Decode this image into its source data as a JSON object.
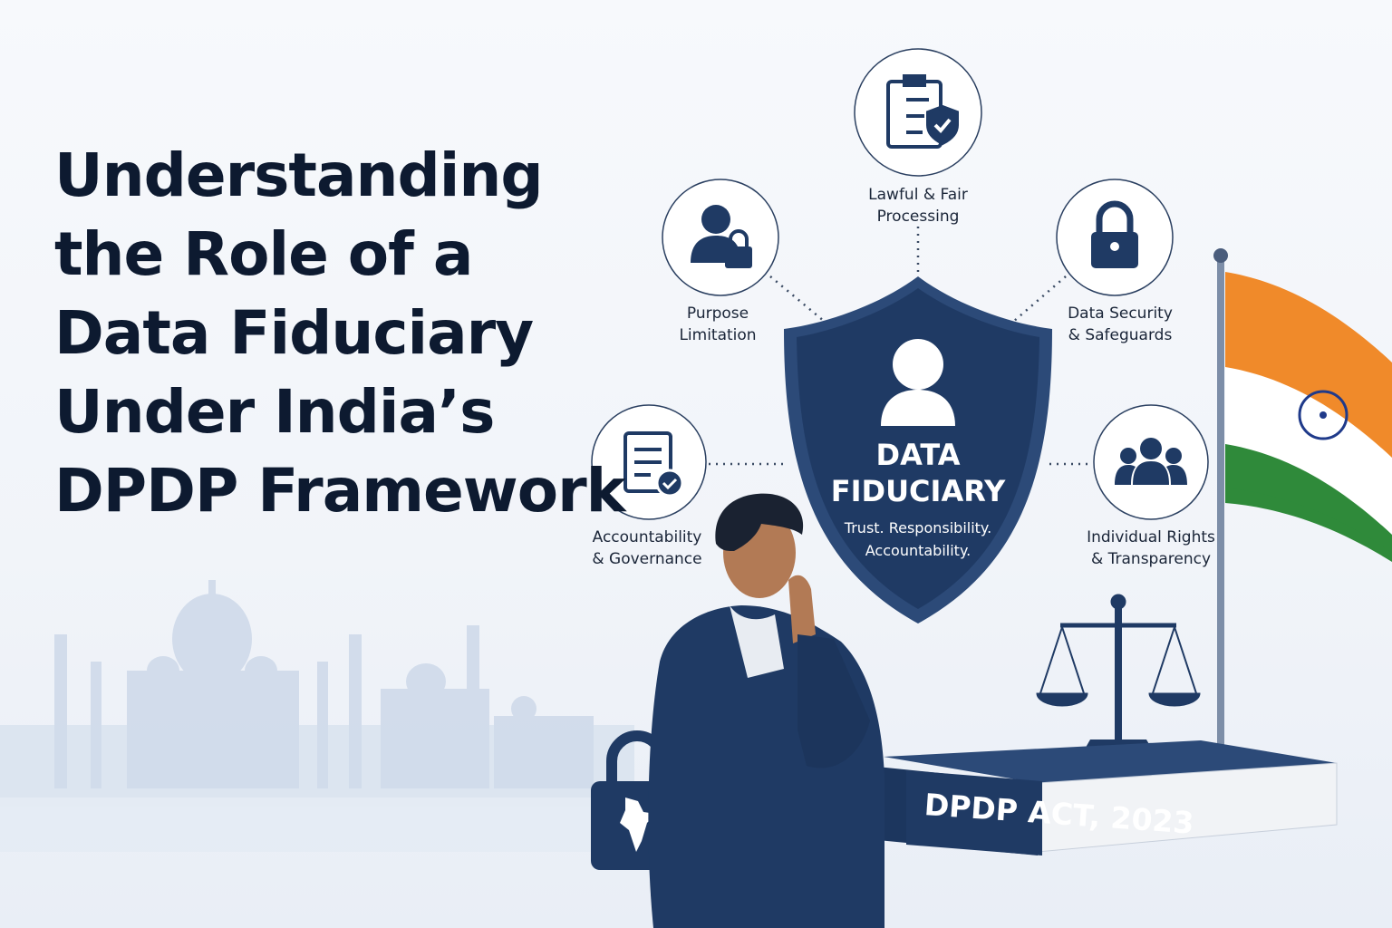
{
  "title_lines": [
    "Understanding",
    "the Role of a",
    "Data Fiduciary",
    "Under India’s",
    "DPDP Framework"
  ],
  "center": {
    "line1": "DATA",
    "line2": "FIDUCIARY",
    "tagline1": "Trust. Responsibility.",
    "tagline2": "Accountability."
  },
  "principles": [
    {
      "icon": "checklist-shield-icon",
      "line1": "Lawful & Fair",
      "line2": "Processing"
    },
    {
      "icon": "user-lock-icon",
      "line1": "Purpose",
      "line2": "Limitation"
    },
    {
      "icon": "padlock-icon",
      "line1": "Data Security",
      "line2": "& Safeguards"
    },
    {
      "icon": "document-check-icon",
      "line1": "Accountability",
      "line2": "& Governance"
    },
    {
      "icon": "group-icon",
      "line1": "Individual Rights",
      "line2": "& Transparency"
    }
  ],
  "book_label": "DPDP ACT, 2023",
  "colors": {
    "navy": "#1f3a64",
    "dark": "#0d1a30",
    "saffron": "#f08a2a",
    "green": "#2f8a3a",
    "chakra": "#1f3a8a",
    "skyline": "#c9d6e8"
  }
}
